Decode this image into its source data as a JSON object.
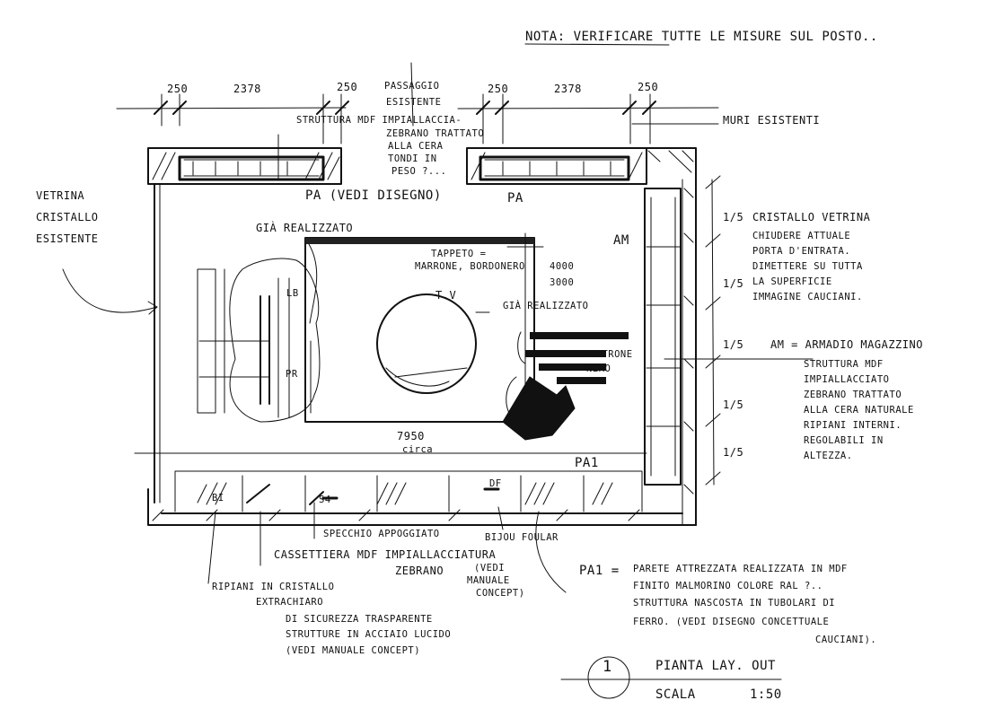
{
  "header_note": "NOTA: VERIFICARE TUTTE LE MISURE SUL POSTO..",
  "dimensions_top": [
    "250",
    "2378",
    "250",
    "250",
    "2378",
    "250"
  ],
  "labels": {
    "passaggio": [
      "PASSAGGIO",
      "ESISTENTE"
    ],
    "muri": "MURI ESISTENTI",
    "struttura_top": [
      "STRUTTURA MDF IMPIALLACCIA-",
      "ZEBRANO TRATTATO",
      "ALLA CERA",
      "TONDI IN",
      "PESO ?..."
    ],
    "pa_left": "PA (VEDI DISEGNO)",
    "pa_right": "PA",
    "vetrina": [
      "VETRINA",
      "CRISTALLO",
      "ESISTENTE"
    ],
    "gia_realizzato_1": "GIÀ REALIZZATO",
    "gia_realizzato_2": "GIÀ REALIZZATO",
    "tappeto": [
      "TAPPETO =",
      "MARRONE, BORDONERO"
    ],
    "tappeto_dim": [
      "4000",
      "3000"
    ],
    "tv": "T.V",
    "lb": "LB",
    "pr": "PR",
    "poltrone": [
      "POLTRONE",
      "NERO"
    ],
    "am": "AM",
    "cristallo_vetrina": "CRISTALLO VETRINA",
    "chiudere": [
      "CHIUDERE ATTUALE",
      "PORTA D'ENTRATA.",
      "DIMETTERE SU TUTTA",
      "LA SUPERFICIE",
      "IMMAGINE CAUCIANI."
    ],
    "fractions": [
      "1/5",
      "1/5",
      "1/5",
      "1/5",
      "1/5"
    ],
    "am_def": [
      "AM = ARMADIO MAGAZZINO",
      "STRUTTURA MDF",
      "IMPIALLACCIATO",
      "ZEBRANO TRATTATO",
      "ALLA CERA NATURALE",
      "RIPIANI INTERNI.",
      "REGOLABILI IN",
      "ALTEZZA."
    ],
    "circa_dim": [
      "7950",
      "circa"
    ],
    "pa1": "PA1",
    "specchio": "SPECCHIO APPOGGIATO",
    "cassettiera": "CASSETTIERA MDF IMPIALLACCIATURA",
    "zebrano": "ZEBRANO",
    "vedi_manuale": [
      "(VEDI",
      "MANUALE",
      "CONCEPT)"
    ],
    "bijou": "BIJOU FOULAR",
    "ripiani": [
      "RIPIANI IN CRISTALLO",
      "EXTRACHIARO",
      "DI SICUREZZA TRASPARENTE",
      "STRUTTURE IN ACCIAIO LUCIDO",
      "(VEDI MANUALE CONCEPT)"
    ],
    "pa1_def": [
      "PA1 =",
      "PARETE ATTREZZATA REALIZZATA IN MDF",
      "FINITO MALMORINO COLORE RAL ?..",
      "STRUTTURA NASCOSTA IN TUBOLARI DI",
      "FERRO. (VEDI DISEGNO CONCETTUALE",
      "CAUCIANI)."
    ],
    "s4": "S4",
    "df": "DF",
    "bi": "BI"
  },
  "title_block": {
    "number": "1",
    "title": "PIANTA LAY. OUT",
    "scale_label": "SCALA",
    "scale_value": "1:50"
  }
}
